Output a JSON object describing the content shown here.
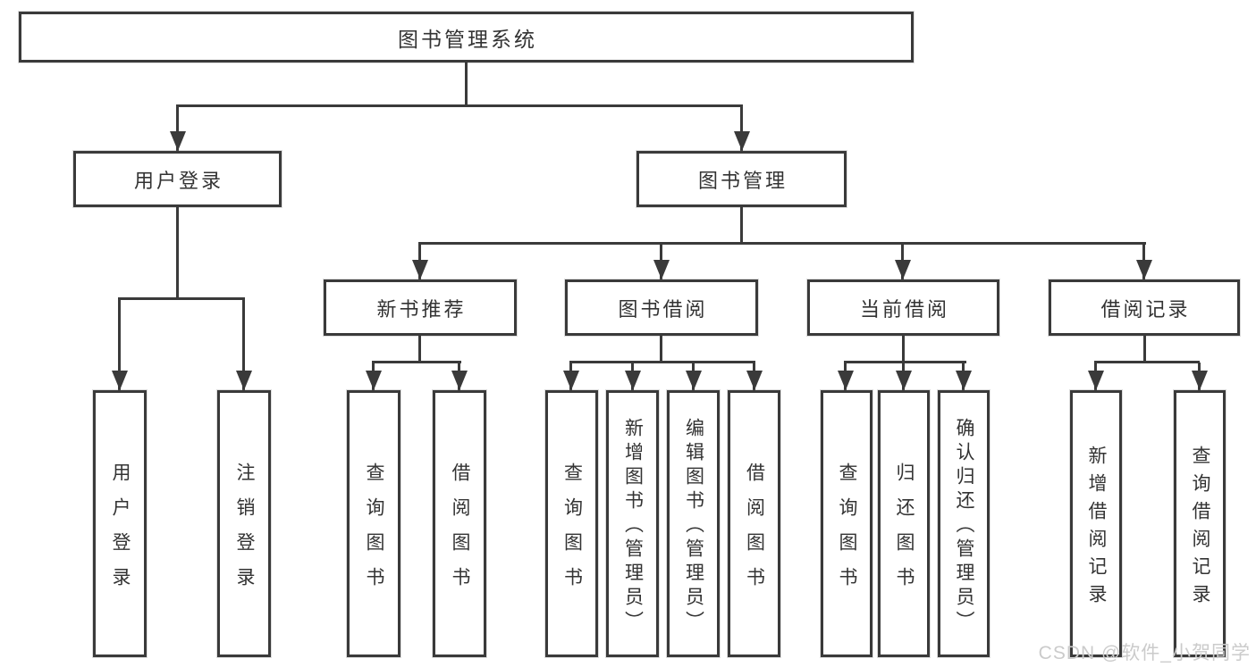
{
  "diagram": {
    "root": "图书管理系统",
    "level2": {
      "login": "用户登录",
      "manage": "图书管理"
    },
    "level3": {
      "recommend": "新书推荐",
      "borrow": "图书借阅",
      "current": "当前借阅",
      "records": "借阅记录"
    },
    "leaves": {
      "login": [
        "用户登录",
        "注销登录"
      ],
      "recommend": [
        "查询图书",
        "借阅图书"
      ],
      "borrow": [
        "查询图书",
        "新增图书（管理员）",
        "编辑图书（管理员）",
        "借阅图书"
      ],
      "current": [
        "查询图书",
        "归还图书",
        "确认归还（管理员）"
      ],
      "records": [
        "新增借阅记录",
        "查询借阅记录"
      ]
    },
    "colors": {
      "line": "#3a3a3a",
      "text": "#333333",
      "background": "#ffffff",
      "watermark": "#cbcbcb"
    }
  },
  "watermark": "CSDN @软件_小贺同学"
}
